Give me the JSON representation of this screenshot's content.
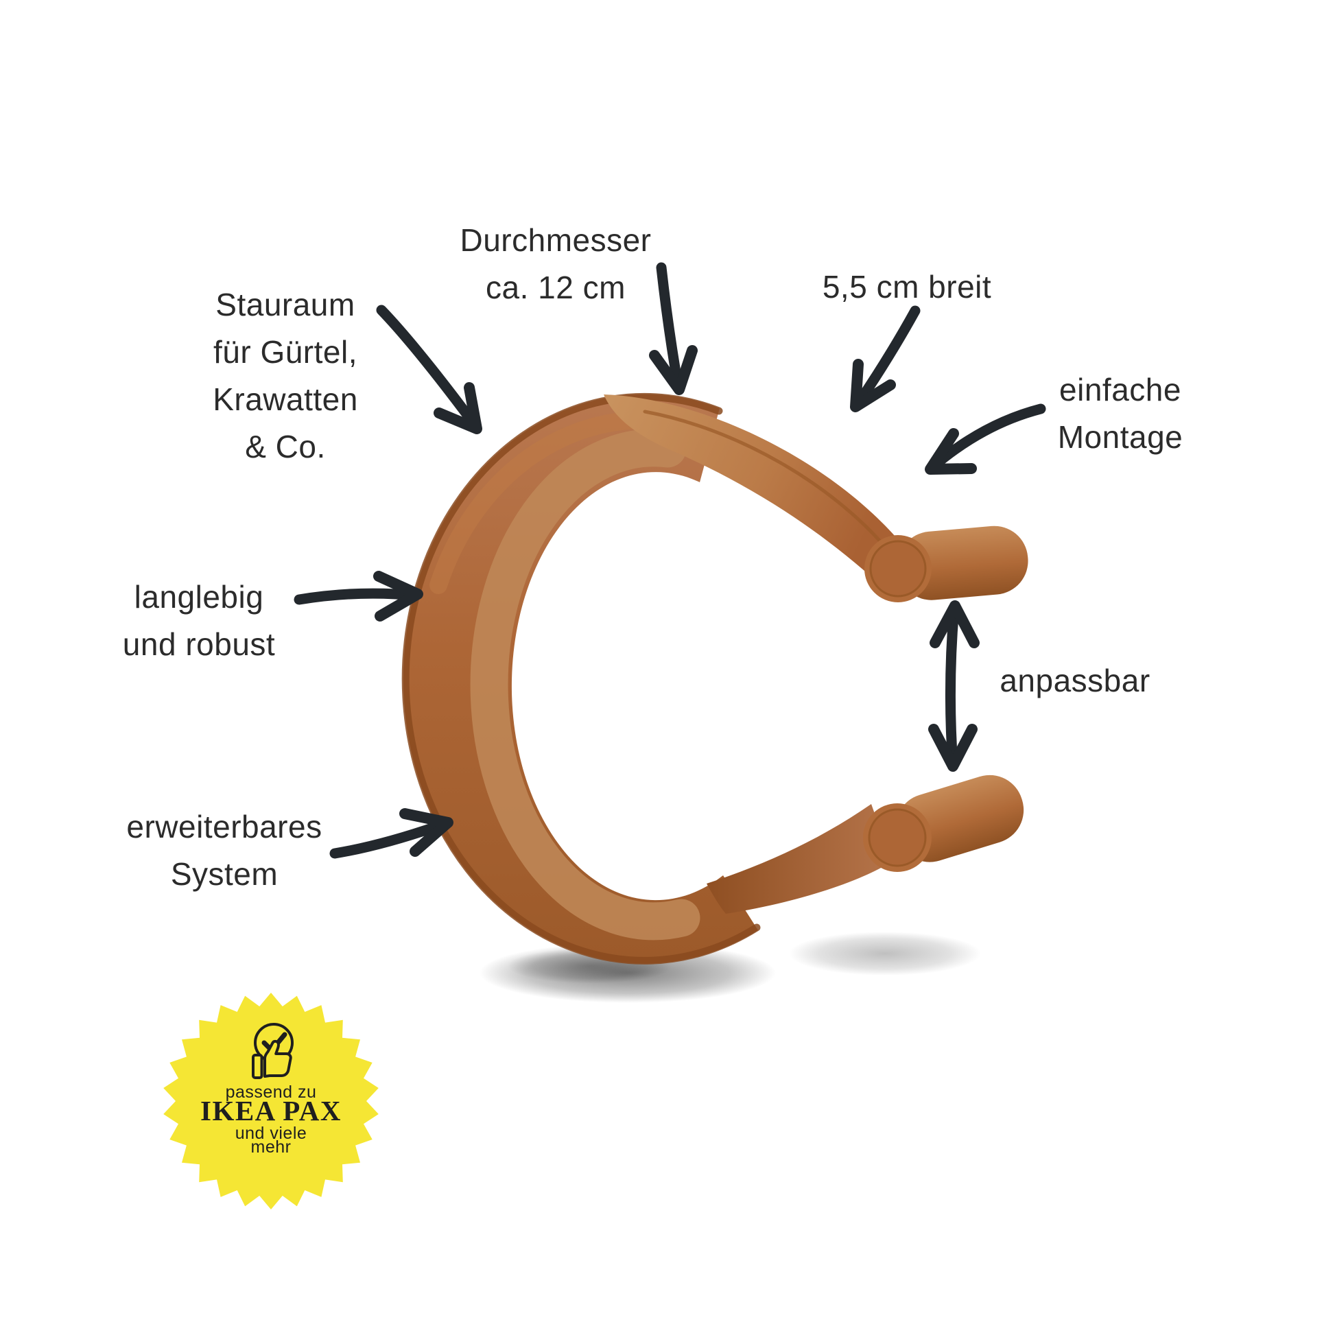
{
  "colors": {
    "text": "#2b2b2b",
    "arrow": "#23282d",
    "product_main": "#ad6636",
    "product_dark": "#8a4a1e",
    "product_light": "#bf8858",
    "knob": "#b06a38",
    "badge_bg": "#f5e634",
    "badge_text": "#1f1f1f",
    "page_bg": "#ffffff"
  },
  "product": {
    "image_alt": "C-shaped caramel-brown organizer hook for wardrobes"
  },
  "annotations": {
    "storage": {
      "lines": [
        "Stauraum",
        "für Gürtel,",
        "Krawatten",
        "& Co."
      ]
    },
    "diameter": {
      "lines": [
        "Durchmesser",
        "ca. 12 cm"
      ]
    },
    "width": {
      "text": "5,5 cm breit"
    },
    "assembly": {
      "lines": [
        "einfache",
        "Montage"
      ]
    },
    "durability": {
      "lines": [
        "langlebig",
        "und robust"
      ]
    },
    "adjustable": {
      "text": "anpassbar"
    },
    "expandable": {
      "lines": [
        "erweiterbares",
        "System"
      ]
    }
  },
  "badge": {
    "icon": "thumbs-up-check-icon",
    "line_top": "passend zu",
    "brand": "IKEA PAX",
    "line_bottom_1": "und viele",
    "line_bottom_2": "mehr"
  }
}
